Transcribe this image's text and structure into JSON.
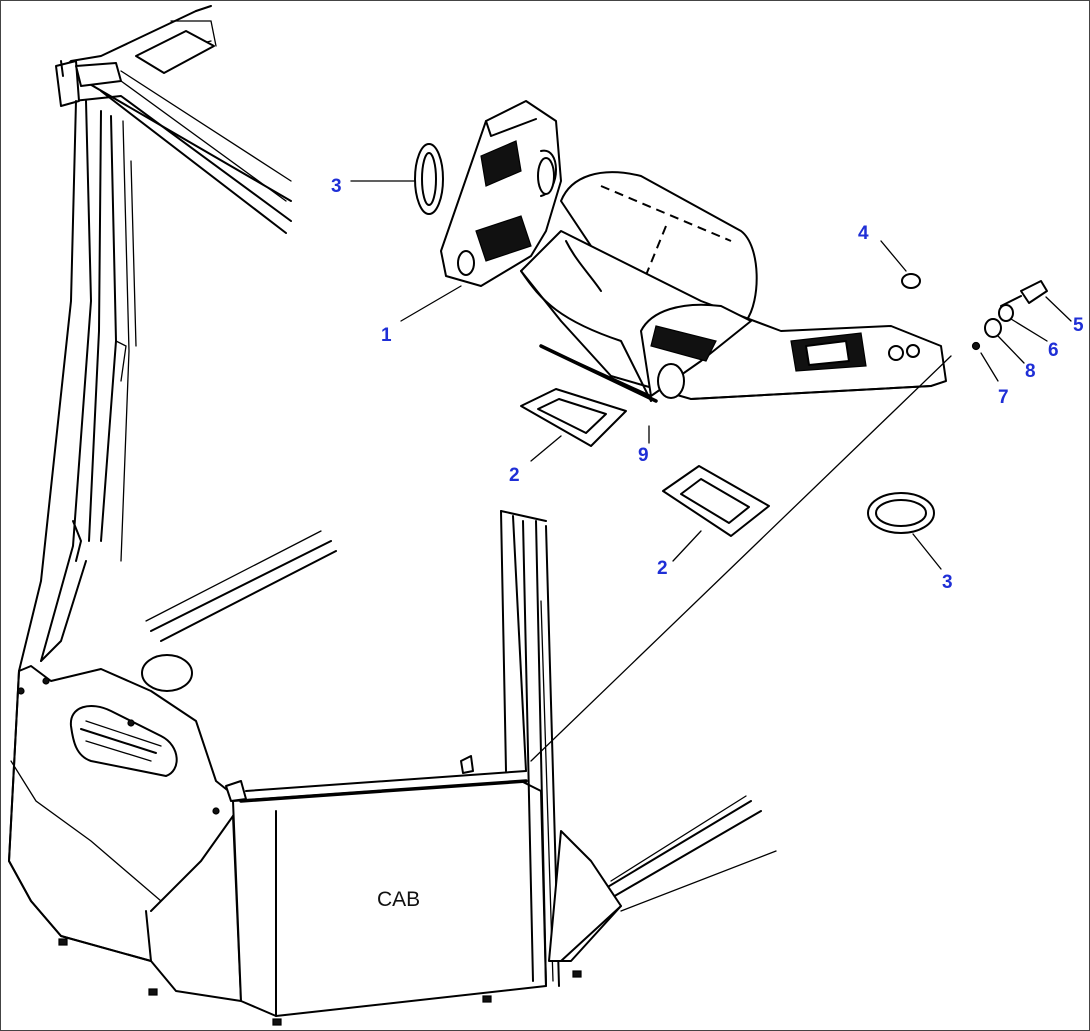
{
  "diagram": {
    "cab_label": "CAB",
    "callouts": [
      {
        "id": "c1",
        "text": "1"
      },
      {
        "id": "c2a",
        "text": "2"
      },
      {
        "id": "c2b",
        "text": "2"
      },
      {
        "id": "c3a",
        "text": "3"
      },
      {
        "id": "c3b",
        "text": "3"
      },
      {
        "id": "c4",
        "text": "4"
      },
      {
        "id": "c5",
        "text": "5"
      },
      {
        "id": "c6",
        "text": "6"
      },
      {
        "id": "c7",
        "text": "7"
      },
      {
        "id": "c8",
        "text": "8"
      },
      {
        "id": "c9",
        "text": "9"
      }
    ],
    "colors": {
      "callout": "#1f2fd6",
      "line": "#000000",
      "background": "#ffffff"
    }
  }
}
